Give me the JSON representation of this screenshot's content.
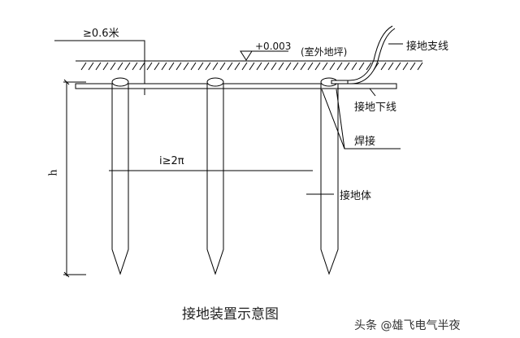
{
  "labels": {
    "depth": "≥0.6米",
    "elevation": "+0.003",
    "ground": "(室外地坪)",
    "branch_wire": "接地支线",
    "down_conductor": "接地下线",
    "weld": "焊接",
    "spacing": "i≥2π",
    "height": "h",
    "electrode": "接地体"
  },
  "caption": "接地装置示意图",
  "watermark": "头条 @雄飞电气半夜"
}
